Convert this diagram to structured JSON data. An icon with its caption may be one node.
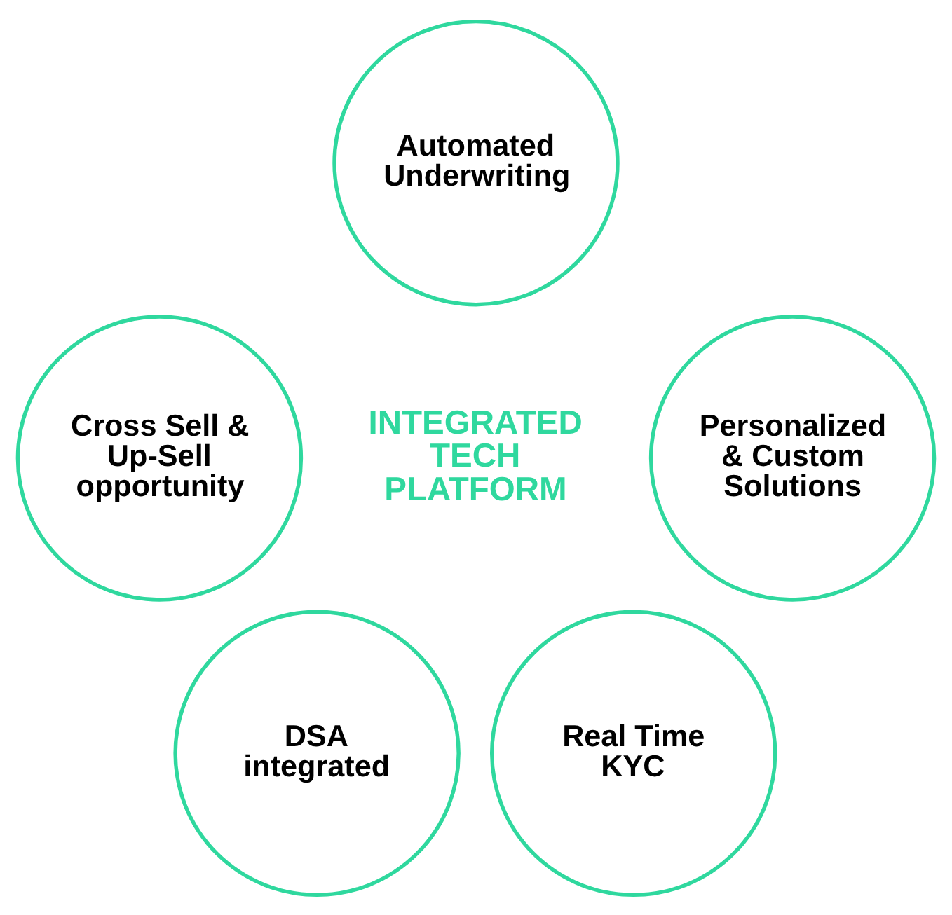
{
  "diagram": {
    "nodes": [
      {
        "text": [
          "Automated Underwriting"
        ]
      },
      {
        "text": [
          "Cross Sell & Up-Sell opportunity"
        ]
      },
      {
        "text": [
          "Personalized & Custom Solutions"
        ]
      },
      {
        "text": [
          "DSA integrated"
        ]
      },
      {
        "text": [
          "Real Time KYC"
        ]
      }
    ],
    "edges": [],
    "labels": [
      "INTEGRATED TECH PLATFORM"
    ]
  }
}
